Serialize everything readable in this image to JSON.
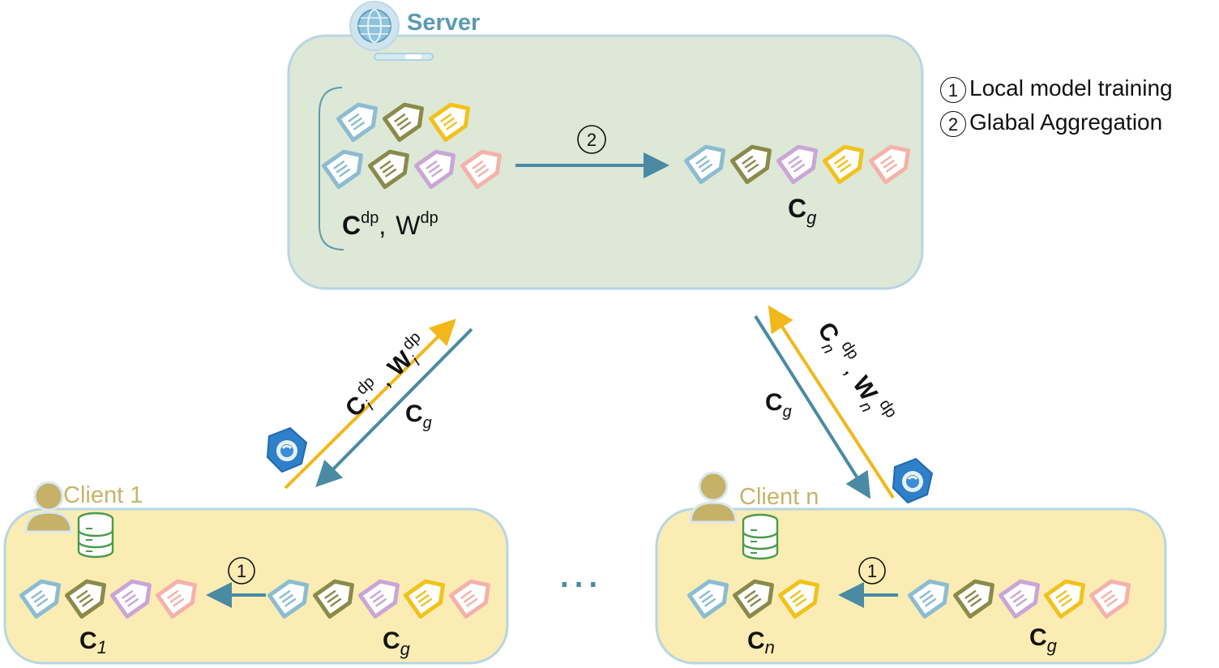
{
  "server": {
    "title": "Server"
  },
  "legend": [
    {
      "num": "1",
      "text": "Local model training"
    },
    {
      "num": "2",
      "text": "Glabal Aggregation"
    }
  ],
  "server_box": {
    "step": "2",
    "left_label": {
      "c": "C",
      "c_sup": "dp",
      "sep": ",",
      "w": "W",
      "w_sup": "dp"
    },
    "right_label": {
      "c": "C",
      "sub": "g"
    }
  },
  "links": {
    "left": {
      "up_c": "C",
      "up_c_sub": "i",
      "up_c_sup": "dp",
      "sep": ",",
      "up_w": "W",
      "up_w_sub": "i",
      "up_w_sup": "dp",
      "down_c": "C",
      "down_sub": "g"
    },
    "right": {
      "up_c": "C",
      "up_c_sub": "n",
      "up_c_sup": "dp",
      "sep": ",",
      "up_w": "W",
      "up_w_sub": "n",
      "up_w_sup": "dp",
      "down_c": "C",
      "down_sub": "g"
    }
  },
  "clients": [
    {
      "name": "Client 1",
      "step": "1",
      "local_c": "C",
      "local_sub": "1",
      "global_c": "C",
      "global_sub": "g"
    },
    {
      "name": "Client n",
      "step": "1",
      "local_c": "C",
      "local_sub": "n",
      "global_c": "C",
      "global_sub": "g"
    }
  ],
  "ellipsis": "…",
  "colors": {
    "server_fill": "#dde8d6",
    "server_stroke": "#b7d6e3",
    "client_fill": "#fbecb4",
    "client_stroke": "#b7d6e3",
    "arrow_blue": "#4a8aa3",
    "arrow_yellow": "#f2b71a",
    "tag_blue": "#8cbcd1",
    "tag_olive": "#8a8a4a",
    "tag_purple": "#c9a6d6",
    "tag_yellow": "#f2c21c",
    "tag_pink": "#f4b2aa",
    "client_label": "#c9b36a",
    "server_label": "#5a9bb2"
  }
}
